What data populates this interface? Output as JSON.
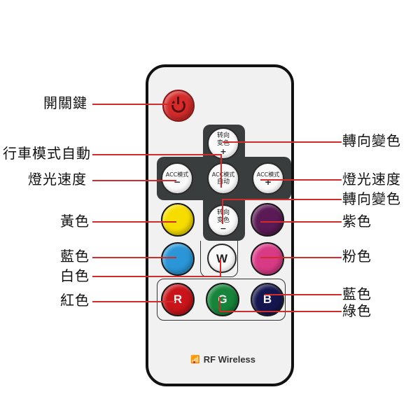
{
  "remote": {
    "brand_text": "RF Wireless",
    "brand_icon": "wifi-icon",
    "buttons": {
      "power": {
        "icon": "power-icon",
        "color": "#d42a2a"
      },
      "turn_color_plus": {
        "line1": "转向",
        "line2": "变色",
        "sign": "+"
      },
      "acc_minus": {
        "line1": "ACC模式",
        "sign": "−"
      },
      "acc_auto": {
        "line1": "ACC模式",
        "line2": "自动"
      },
      "acc_plus": {
        "line1": "ACC模式",
        "sign": "+"
      },
      "turn_color_minus": {
        "line1": "转向",
        "line2": "变色",
        "sign": "−"
      },
      "yellow": {
        "color": "#f7dc00"
      },
      "purple": {
        "color": "#5a1a55"
      },
      "blue": {
        "color": "#2a96d8"
      },
      "white": {
        "letter": "W"
      },
      "pink": {
        "color": "#d83a86"
      },
      "red": {
        "letter": "R",
        "color": "#c8141a"
      },
      "green": {
        "letter": "G",
        "color": "#16843a"
      },
      "navy": {
        "letter": "B",
        "color": "#151650"
      }
    }
  },
  "labels": {
    "left": {
      "power": "開關鍵",
      "auto_mode": "行車模式自動",
      "speed": "燈光速度",
      "yellow": "黃色",
      "blue": "藍色",
      "white": "白色",
      "red": "紅色"
    },
    "right": {
      "turn_color_plus": "轉向變色",
      "speed": "燈光速度",
      "turn_color_minus": "轉向變色",
      "purple": "紫色",
      "pink": "粉色",
      "navy": "藍色",
      "green": "綠色"
    }
  },
  "colors": {
    "leader_line": "#d22b2b",
    "remote_body": "#f1f1f1",
    "remote_border": "#111111",
    "dpad": "#3a3d3d"
  }
}
